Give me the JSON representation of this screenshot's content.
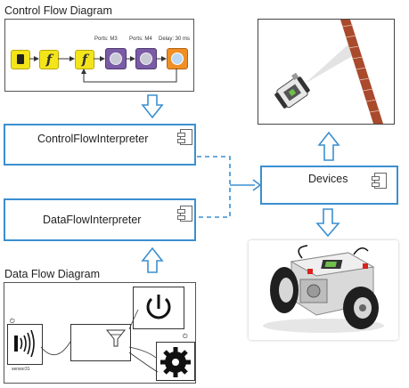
{
  "sections": {
    "control_flow_title": "Control Flow Diagram",
    "data_flow_title": "Data Flow Diagram"
  },
  "components": {
    "control_interpreter": "ControlFlowInterpreter",
    "data_interpreter": "DataFlowInterpreter",
    "devices": "Devices"
  },
  "control_diagram": {
    "block_labels": [
      "Ports: M3",
      "Ports: M4",
      "Delay: 30 ms"
    ],
    "function_symbol": "f"
  },
  "data_diagram": {
    "sensor_caption": "sensor31"
  },
  "colors": {
    "accent": "#3b8fd0",
    "func_block": "#f3e51a",
    "motor_block": "#7a5ba6",
    "delay_block": "#ef8f26",
    "start_block": "#f3e51a"
  }
}
